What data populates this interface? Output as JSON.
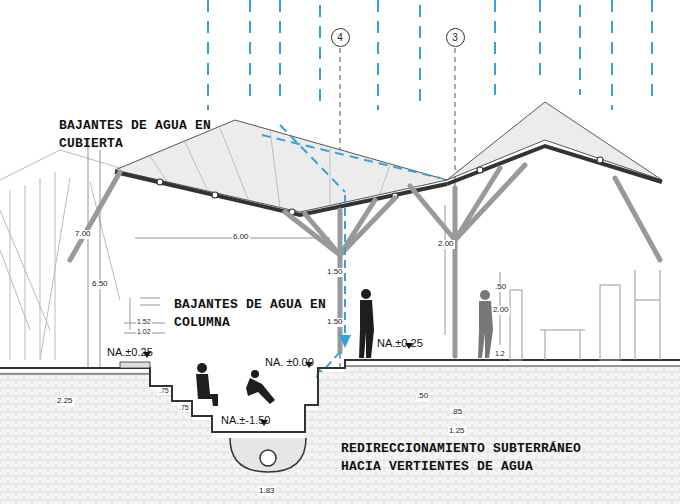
{
  "diagram": {
    "nodes": [
      {
        "text": [
          "4"
        ]
      },
      {
        "text": [
          "3"
        ]
      }
    ],
    "labels": [
      "BAJANTES DE AGUA EN CUBIERTA",
      "7.00",
      "6.50",
      "6.00",
      "1.50",
      "2.00",
      ".50",
      "BAJANTES DE AGUA EN COLUMNA",
      "1.52",
      "1.02",
      "1.50",
      "NA.±0.25",
      "NA. ±0.00",
      "NA.±0.25",
      "1.2",
      "NA.±-1.50",
      "2.25",
      ".75",
      ".75",
      "REDIRECCIONAMIENTO SUBTERRÁNEO HACIA VERTIENTES DE AGUA",
      ".85",
      "1.25",
      "1.83",
      ".50",
      "2.00"
    ]
  }
}
